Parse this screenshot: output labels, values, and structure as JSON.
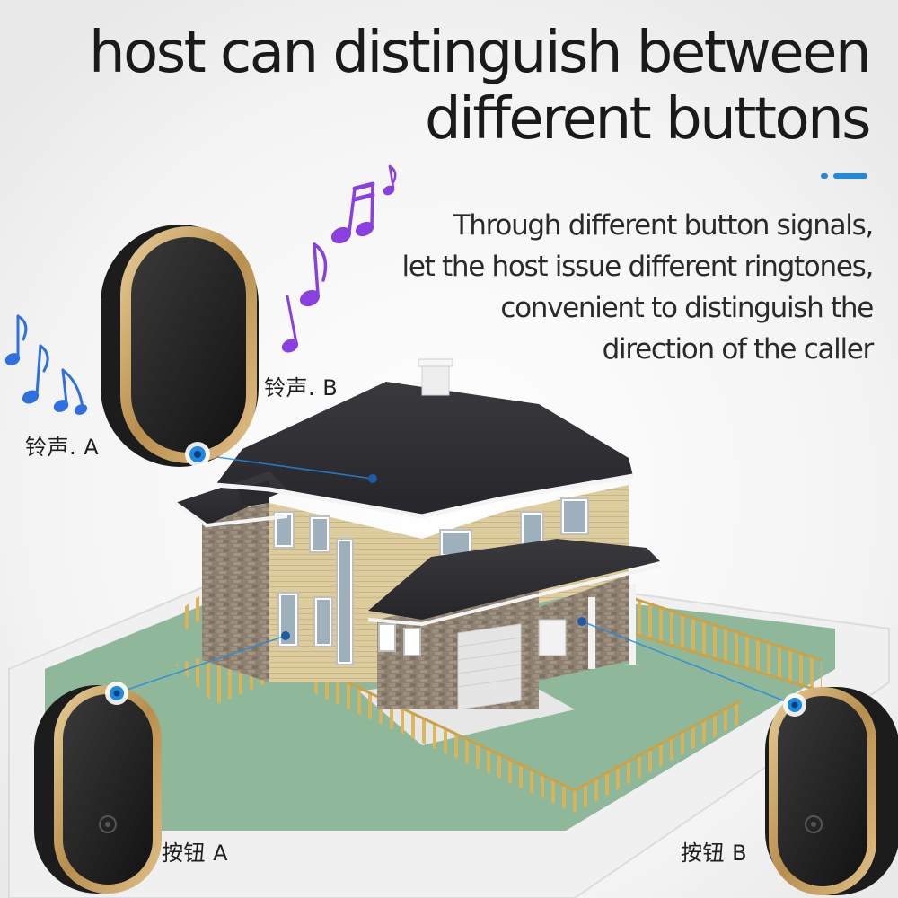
{
  "headline": {
    "line1": "host can distinguish between",
    "line2": "different buttons"
  },
  "description": {
    "lines": [
      "Through different button signals,",
      "let the host issue different ringtones,",
      "convenient to distinguish the",
      "direction of the caller"
    ]
  },
  "labels": {
    "ringtone_a": "铃声. A",
    "ringtone_b": "铃声. B",
    "button_a": "按钮 A",
    "button_b": "按钮 B"
  },
  "colors": {
    "accent_blue": "#1e88e5",
    "note_blue": "#2f6fe0",
    "note_purple": "#8a3fe0",
    "gold": "#c9a66b",
    "device_black": "#1b1b1b",
    "lawn": "#8fb89a",
    "roof": "#2f2f33",
    "wall": "#d8c79a",
    "stone": "#8b7d6e",
    "fence": "#d9b45a"
  },
  "icons": {
    "music_notes_a": "music-notes-icon",
    "music_notes_b": "music-notes-icon",
    "signal_dot": "signal-dot-icon"
  }
}
